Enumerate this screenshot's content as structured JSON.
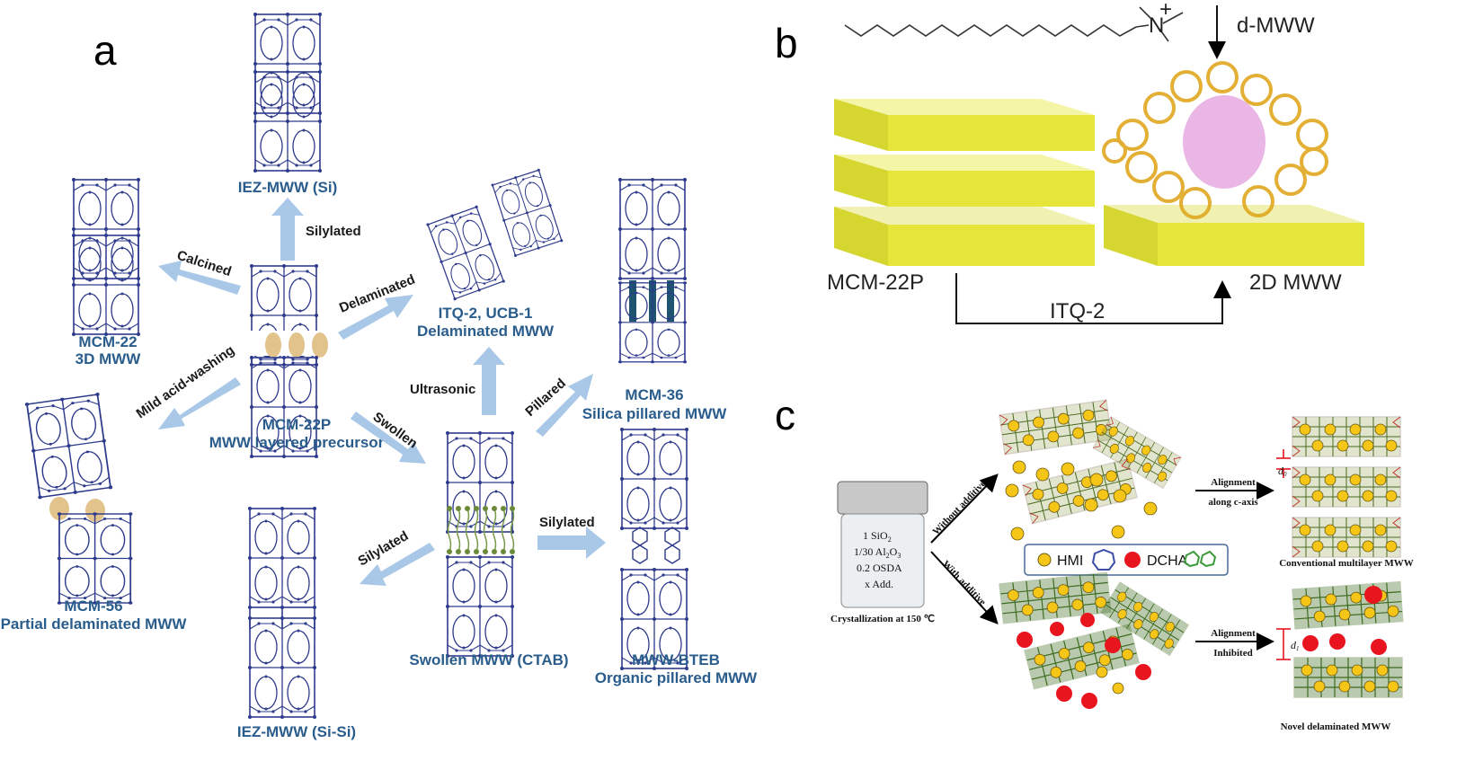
{
  "panels": {
    "a": "a",
    "b": "b",
    "c": "c"
  },
  "panel_a": {
    "structures": {
      "iez_si": "IEZ-MWW (Si)",
      "mcm22_line1": "MCM-22",
      "mcm22_line2": "3D MWW",
      "itq2_line1": "ITQ-2, UCB-1",
      "itq2_line2": "Delaminated MWW",
      "mcm36_line1": "MCM-36",
      "mcm36_line2": "Silica pillared MWW",
      "mcm22p_line1": "MCM-22P",
      "mcm22p_line2": "MWW layered precursor",
      "mcm56_line1": "MCM-56",
      "mcm56_line2": "Partial delaminated MWW",
      "swollen": "Swollen MWW (CTAB)",
      "btem_line1": "MWW-BTEB",
      "btem_line2": "Organic pillared MWW",
      "iez_sisi": "IEZ-MWW (Si-Si)"
    },
    "arrows": {
      "silylated_top": "Silylated",
      "calcined": "Calcined",
      "delaminated": "Delaminated",
      "mild_acid": "Mild acid-washing",
      "swollen": "Swollen",
      "ultrasonic": "Ultrasonic",
      "pillared": "Pillared",
      "silylated_right": "Silylated",
      "silylated_left": "Silylated"
    }
  },
  "panel_b": {
    "d_mww": "d-MWW",
    "mcm22p": "MCM-22P",
    "two_d_mww": "2D MWW",
    "itq2": "ITQ-2",
    "n_plus": "N",
    "charge": "+"
  },
  "panel_c": {
    "recipe": [
      "1 SiO",
      "1/30 Al",
      "0.2 OSDA",
      "x Add."
    ],
    "recipe_sub1": "2",
    "recipe_sub2": "2",
    "recipe_sub3": "3",
    "recipe_al_o": "O",
    "crystallization": "Crystallization at 150 ℃",
    "without_additive": "Without additive",
    "with_additive": "With additive",
    "alignment1_line1": "Alignment",
    "alignment1_line2": "along c-axis",
    "alignment2_line1": "Alignment",
    "alignment2_line2": "Inhibited",
    "d0": "d",
    "d0_sub": "0",
    "d1": "d",
    "d1_sub": "1",
    "conventional": "Conventional multilayer MWW",
    "novel": "Novel delaminated MWW",
    "legend": {
      "hmi": "HMI",
      "dcha": "DCHA"
    }
  },
  "colors": {
    "arrow_blue": "#a9c8e8",
    "label_blue": "#2a5d8c",
    "framework": "#2e3a8c",
    "slab_yellow": "#e6e63a",
    "gold": "#f5c518",
    "red": "#e8141e",
    "green": "#3d6b1e"
  }
}
